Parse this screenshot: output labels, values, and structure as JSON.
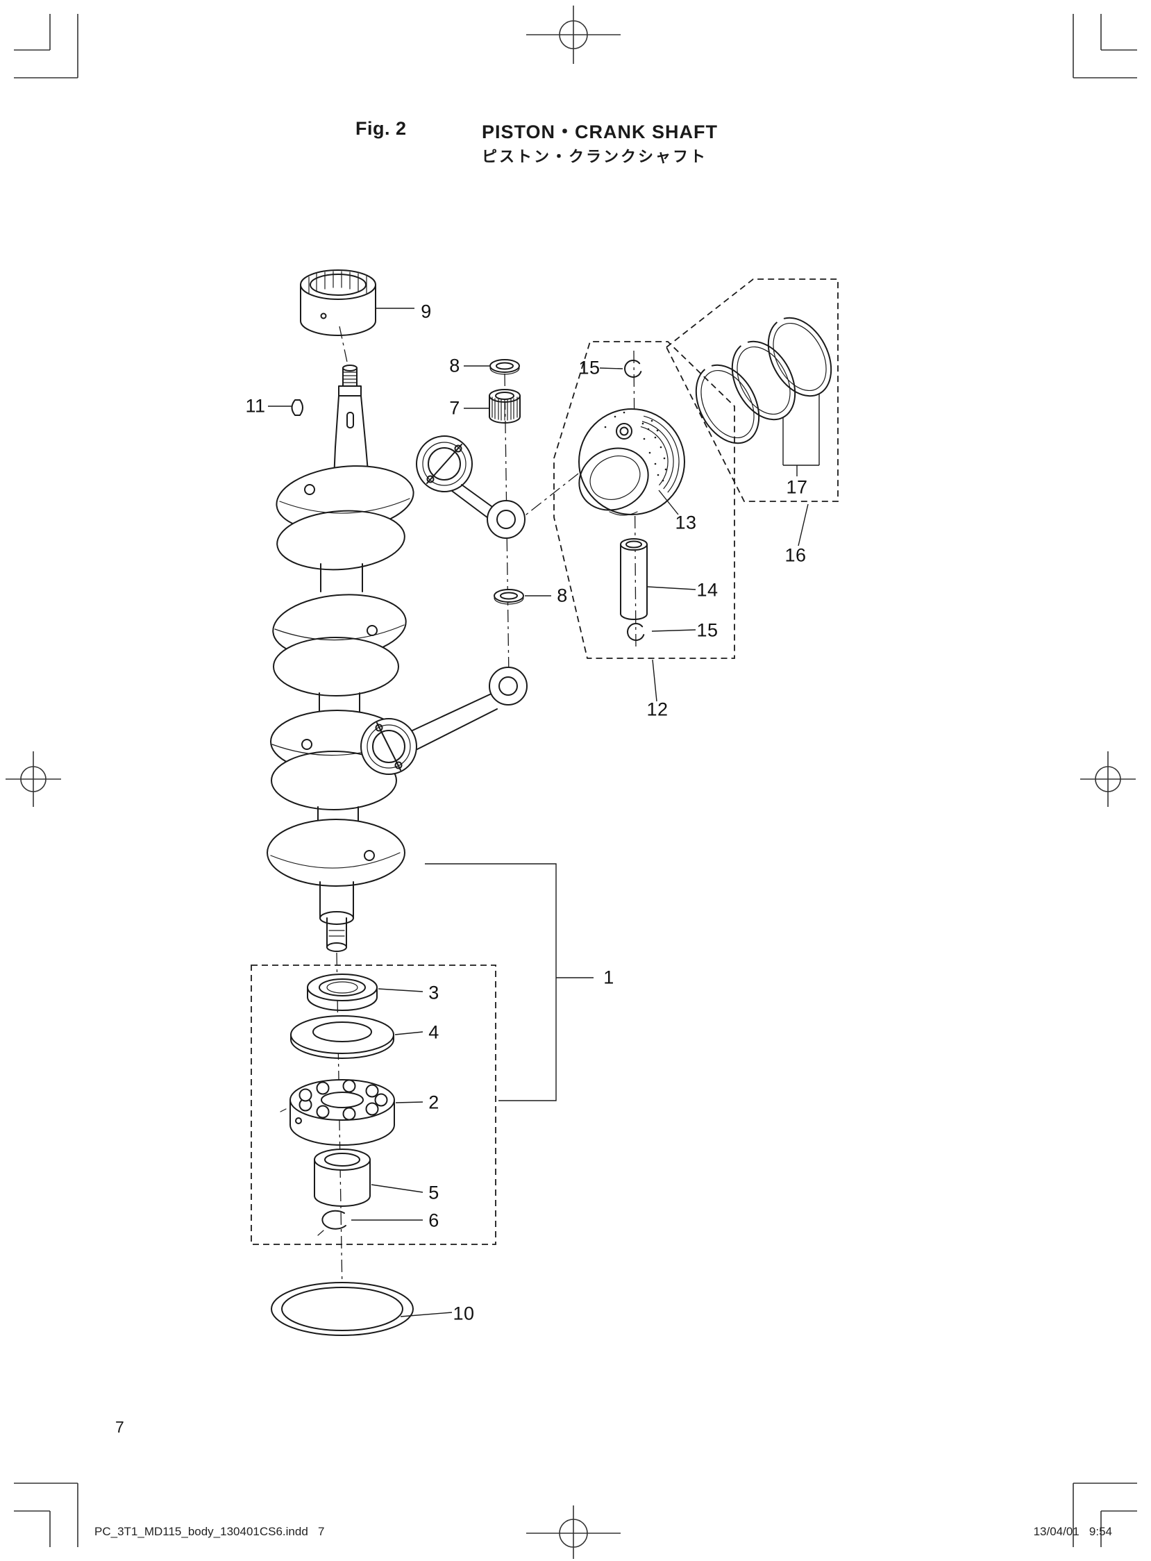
{
  "page": {
    "fig_label": "Fig. 2",
    "title_en": "PISTON・CRANK SHAFT",
    "title_ja": "ピストン・クランクシャフト",
    "page_number": "7",
    "footer_left": "PC_3T1_MD115_body_130401CS6.indd   7",
    "footer_right": "13/04/01   9:54"
  },
  "diagram": {
    "kind": "exploded-parts-view",
    "callouts": [
      {
        "label": "9"
      },
      {
        "label": "8"
      },
      {
        "label": "7"
      },
      {
        "label": "11"
      },
      {
        "label": "15"
      },
      {
        "label": "13"
      },
      {
        "label": "17"
      },
      {
        "label": "16"
      },
      {
        "label": "14"
      },
      {
        "label": "15"
      },
      {
        "label": "12"
      },
      {
        "label": "8"
      },
      {
        "label": "1"
      },
      {
        "label": "3"
      },
      {
        "label": "4"
      },
      {
        "label": "2"
      },
      {
        "label": "5"
      },
      {
        "label": "6"
      },
      {
        "label": "10"
      }
    ]
  },
  "colors": {
    "ink": "#1a1a1a",
    "paper": "#ffffff"
  }
}
